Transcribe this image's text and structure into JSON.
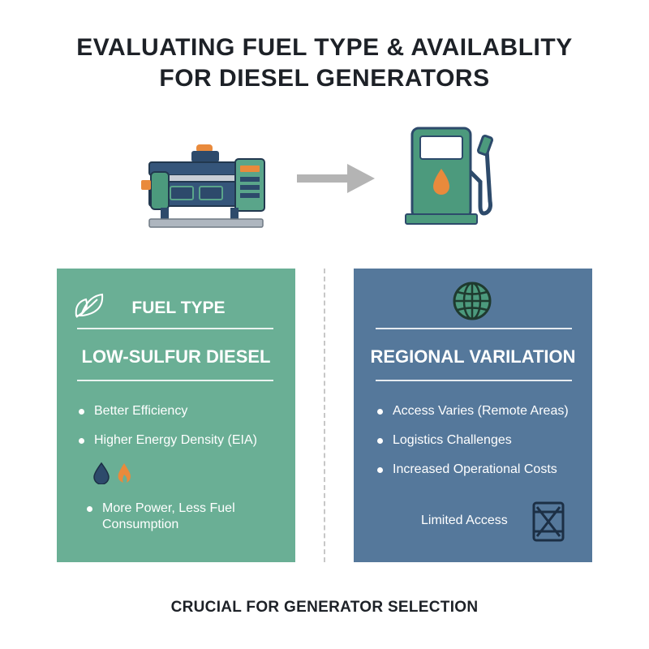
{
  "title": {
    "line1": "EVALUATING FUEL TYPE & AVAILABLITY",
    "line2": "FOR DIESEL GENERATORS"
  },
  "icons": {
    "generator": "generator-icon",
    "arrow": "arrow-right-icon",
    "pump": "fuel-pump-icon",
    "leaf": "leaf-icon",
    "globe": "globe-icon",
    "drop": "fuel-drop-icon",
    "flame": "flame-icon",
    "barrel": "crossed-barrel-icon"
  },
  "colors": {
    "fuel_panel": "#6aaf95",
    "region_panel": "#55789b",
    "accent_orange": "#e98a3c",
    "pump_green": "#4c9a7d",
    "navy": "#2d4a6b"
  },
  "fuel_panel": {
    "heading": "FUEL TYPE",
    "subheading": "LOW-SULFUR DIESEL",
    "bullets": [
      "Better Efficiency",
      "Higher Energy Density (EIA)"
    ],
    "note": "More Power, Less Fuel Consumption"
  },
  "region_panel": {
    "heading": "REGIONAL VARILATION",
    "bullets": [
      "Access Varies (Remote Areas)",
      "Logistics Challenges",
      "Increased Operational Costs"
    ],
    "limited_label": "Limited Access"
  },
  "footer": "CRUCIAL FOR GENERATOR SELECTION"
}
